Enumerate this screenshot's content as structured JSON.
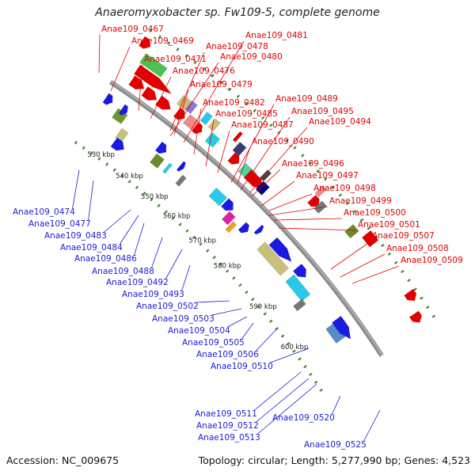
{
  "title": "Anaeromyxobacter sp. Fw109-5, complete genome",
  "footer": {
    "accession": "Accession: NC_009675",
    "summary": "Topology: circular; Length: 5,277,990 bp; Genes: 4,523"
  },
  "colors": {
    "forward_label": "#e00000",
    "reverse_label": "#1a1ad6",
    "backbone": "#8c8c8c",
    "tick_dots": "#3a8a2a"
  },
  "kbp_ticks": [
    "530 kbp",
    "540 kbp",
    "550 kbp",
    "560 kbp",
    "570 kbp",
    "580 kbp",
    "590 kbp",
    "600 kbp"
  ],
  "forward_genes": [
    "Anae109_0467",
    "Anae109_0469",
    "Anae109_0471",
    "Anae109_0476",
    "Anae109_0478",
    "Anae109_0480",
    "Anae109_0481",
    "Anae109_0479",
    "Anae109_0482",
    "Anae109_0485",
    "Anae109_0487",
    "Anae109_0489",
    "Anae109_0495",
    "Anae109_0494",
    "Anae109_0490",
    "Anae109_0496",
    "Anae109_0497",
    "Anae109_0498",
    "Anae109_0499",
    "Anae109_0500",
    "Anae109_0501",
    "Anae109_0507",
    "Anae109_0508",
    "Anae109_0509"
  ],
  "reverse_genes": [
    "Anae109_0474",
    "Anae109_0477",
    "Anae109_0483",
    "Anae109_0484",
    "Anae109_0486",
    "Anae109_0488",
    "Anae109_0492",
    "Anae109_0493",
    "Anae109_0502",
    "Anae109_0503",
    "Anae109_0504",
    "Anae109_0505",
    "Anae109_0506",
    "Anae109_0510",
    "Anae109_0511",
    "Anae109_0512",
    "Anae109_0513",
    "Anae109_0520",
    "Anae109_0525"
  ]
}
